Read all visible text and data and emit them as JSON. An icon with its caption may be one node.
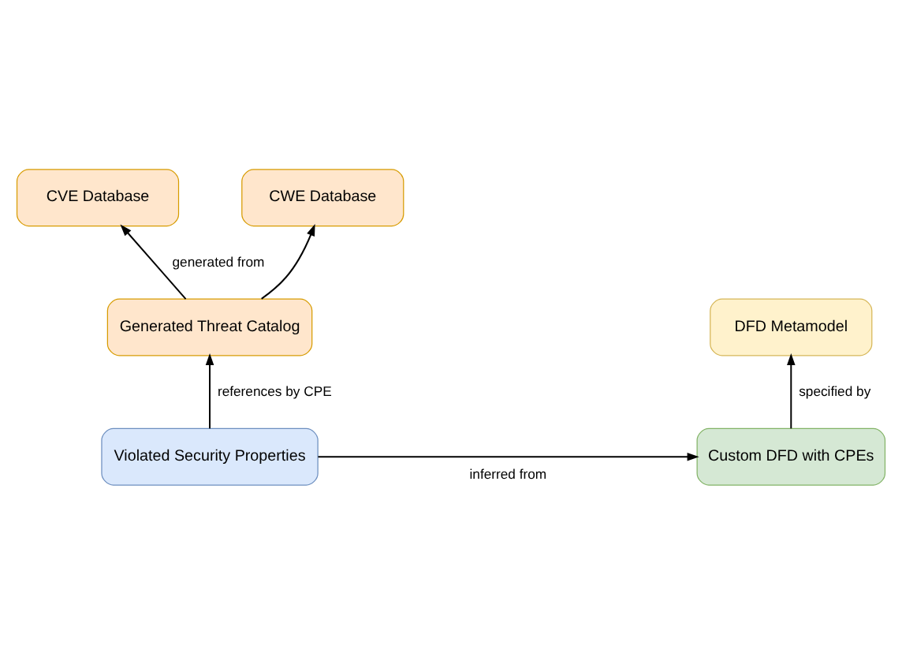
{
  "diagram": {
    "nodes": [
      {
        "text": [
          "CVE Database"
        ]
      },
      {
        "text": [
          "CWE Database"
        ]
      },
      {
        "text": [
          "Generated Threat Catalog"
        ]
      },
      {
        "text": [
          "DFD Metamodel"
        ]
      },
      {
        "text": [
          "Violated Security Properties"
        ]
      },
      {
        "text": [
          "Custom DFD with CPEs"
        ]
      }
    ],
    "edges": [
      {
        "from": 2,
        "to": 0,
        "arrow": "to",
        "label": "generated from"
      },
      {
        "from": 2,
        "to": 1,
        "arrow": "to"
      },
      {
        "from": 4,
        "to": 2,
        "arrow": "to",
        "label": "references by CPE"
      },
      {
        "from": 5,
        "to": 3,
        "arrow": "to",
        "label": "specified by"
      },
      {
        "from": 4,
        "to": 5,
        "arrow": "to",
        "label": "inferred from"
      }
    ]
  }
}
